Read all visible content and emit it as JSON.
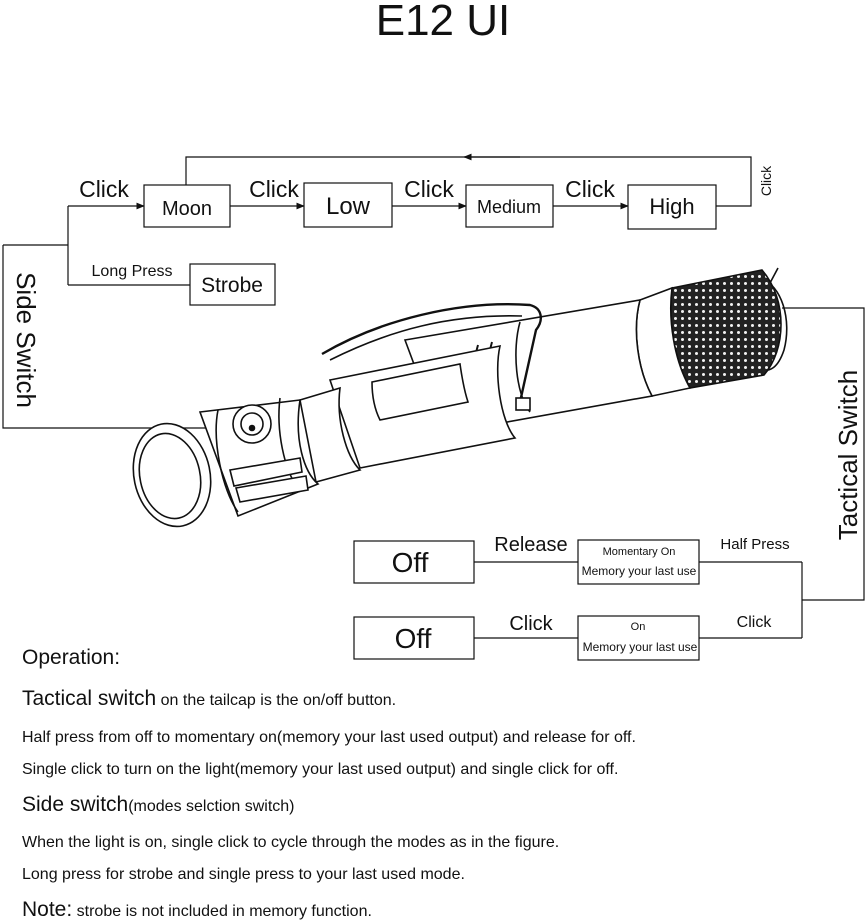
{
  "title": "E12 UI",
  "side_switch": {
    "label": "Side Switch",
    "modes": [
      "Moon",
      "Low",
      "Medium",
      "High"
    ],
    "click_label": "Click",
    "return_click": "Click",
    "long_press_label": "Long Press",
    "strobe_label": "Strobe"
  },
  "tactical_switch": {
    "label": "Tactical Switch",
    "off_label": "Off",
    "release_label": "Release",
    "half_press_label": "Half Press",
    "momentary_line1": "Momentary On",
    "momentary_line2": "Memory your last use",
    "click_off_label": "Click",
    "click_on_label": "Click",
    "on_line1": "On",
    "on_line2": "Memory your last use"
  },
  "operation": {
    "heading": "Operation:",
    "tactical_title": "Tactical switch",
    "tactical_desc": " on the tailcap is the on/off button.",
    "tactical_line1": "Half press from off  to momentary on(memory your last used output) and release for off.",
    "tactical_line2": "Single click to turn on the light(memory your last used output) and single click for off.",
    "side_title": "Side switch",
    "side_desc": "(modes selction switch)",
    "side_line1": "When the light is on, single click to cycle through the modes as in the figure.",
    "side_line2": "Long press for strobe and single press to your last used mode.",
    "note_title": "Note:",
    "note_desc": " strobe is not included in memory function."
  }
}
